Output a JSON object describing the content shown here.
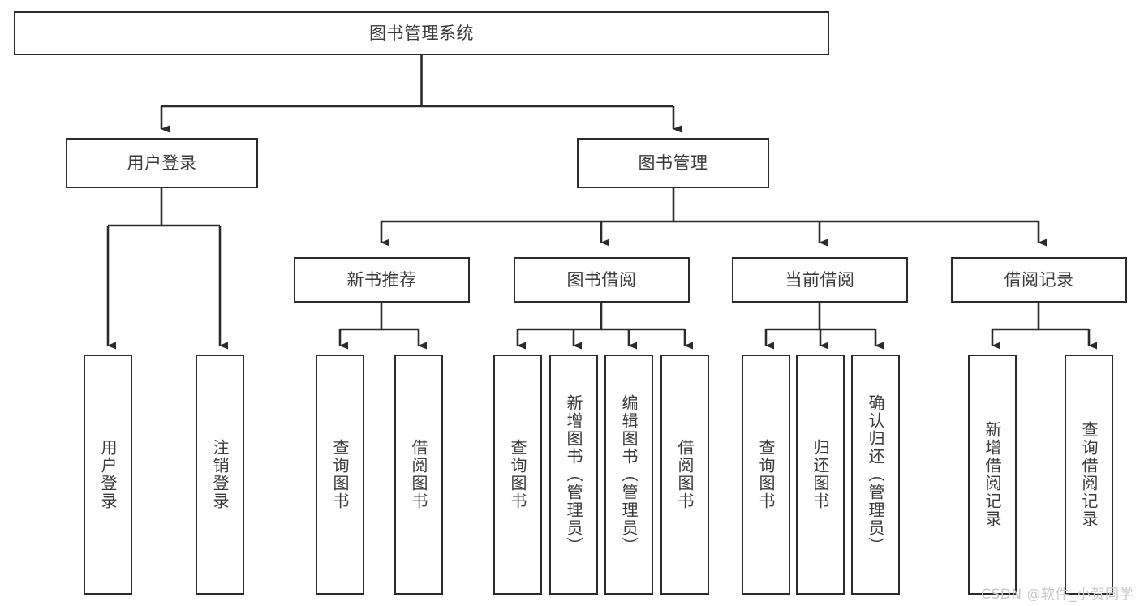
{
  "diagram": {
    "title": "图书管理系统",
    "type": "tree-hierarchy-chart",
    "colors": {
      "box_border": "#2b2b2b",
      "box_fill": "#ffffff",
      "connector": "#2b2b2b",
      "text": "#3a3a3a",
      "watermark": "#c9c9c9",
      "background": "#ffffff"
    },
    "root": {
      "label": "图书管理系统"
    },
    "level2": [
      {
        "label": "用户登录"
      },
      {
        "label": "图书管理"
      }
    ],
    "level3": [
      {
        "label": "新书推荐"
      },
      {
        "label": "图书借阅"
      },
      {
        "label": "当前借阅"
      },
      {
        "label": "借阅记录"
      }
    ],
    "leaves": {
      "user_login": [
        {
          "label": "用户登录"
        },
        {
          "label": "注销登录"
        }
      ],
      "new_book_recommend": [
        {
          "label": "查询图书"
        },
        {
          "label": "借阅图书"
        }
      ],
      "book_borrow": [
        {
          "label": "查询图书"
        },
        {
          "label": "新增图书（管理员）"
        },
        {
          "label": "编辑图书（管理员）"
        },
        {
          "label": "借阅图书"
        }
      ],
      "current_borrow": [
        {
          "label": "查询图书"
        },
        {
          "label": "归还图书"
        },
        {
          "label": "确认归还（管理员）"
        }
      ],
      "borrow_record": [
        {
          "label": "新增借阅记录"
        },
        {
          "label": "查询借阅记录"
        }
      ]
    },
    "watermark": "CSDN @软件_小贺同学"
  }
}
